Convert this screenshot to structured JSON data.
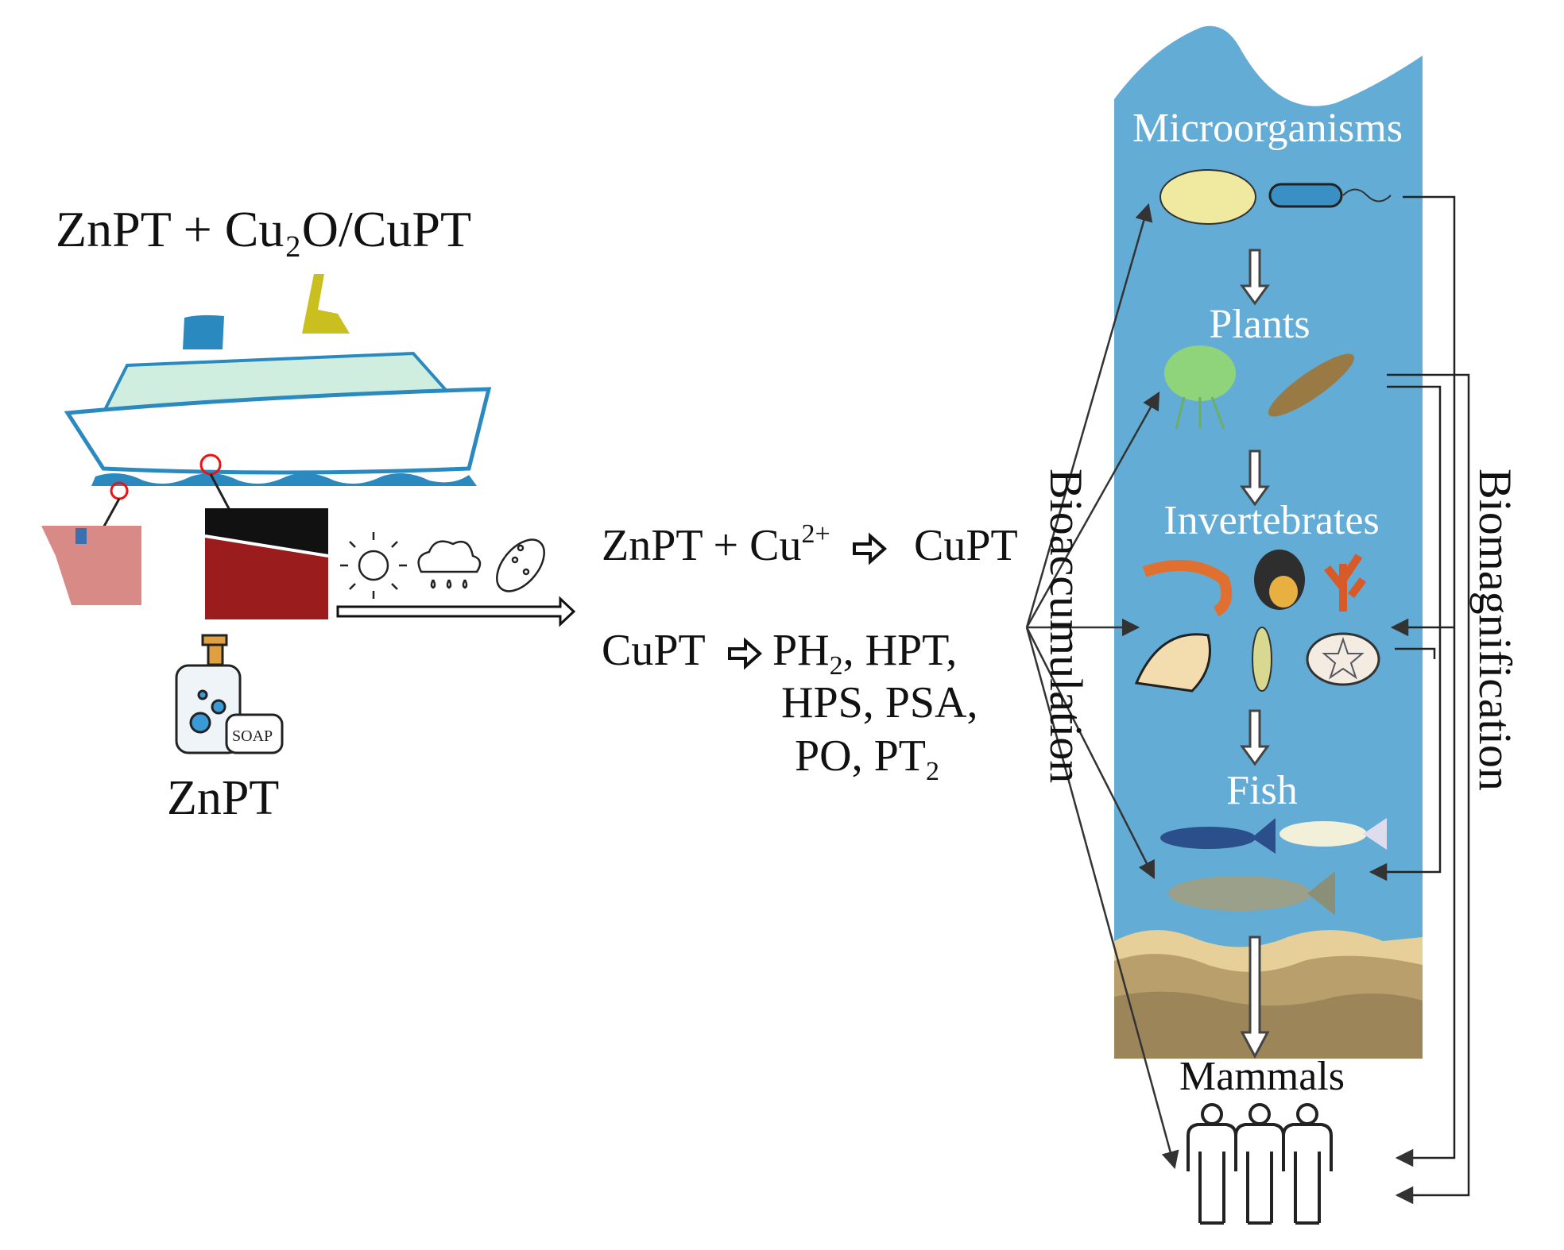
{
  "source": {
    "title": "ZnPT + Cu₂O/CuPT",
    "personal_care_label": "ZnPT",
    "soap_label": "SOAP"
  },
  "transformation": {
    "line1_left": "ZnPT + Cu",
    "line1_sup": "2+",
    "line1_right": "CuPT",
    "line2_left": "CuPT",
    "line2_a": "PH",
    "line2_a_sub": "2",
    "line2_b": ", HPT,",
    "line3": "HPS, PSA,",
    "line4_a": "PO,   PT",
    "line4_sub": "2"
  },
  "processes": {
    "bioaccumulation": "Bioaccumulation",
    "biomagnification": "Biomagnification"
  },
  "trophic_levels": [
    {
      "label": "Microorganisms"
    },
    {
      "label": "Plants"
    },
    {
      "label": "Invertebrates"
    },
    {
      "label": "Fish"
    },
    {
      "label": "Mammals"
    }
  ],
  "colors": {
    "water": "#62acd6",
    "sediment_light": "#e6cf98",
    "sediment_mid": "#b89f6c",
    "sediment_dark": "#9c8659",
    "ship_deck": "#cfeee0",
    "ship_outline": "#2a8ac0"
  }
}
